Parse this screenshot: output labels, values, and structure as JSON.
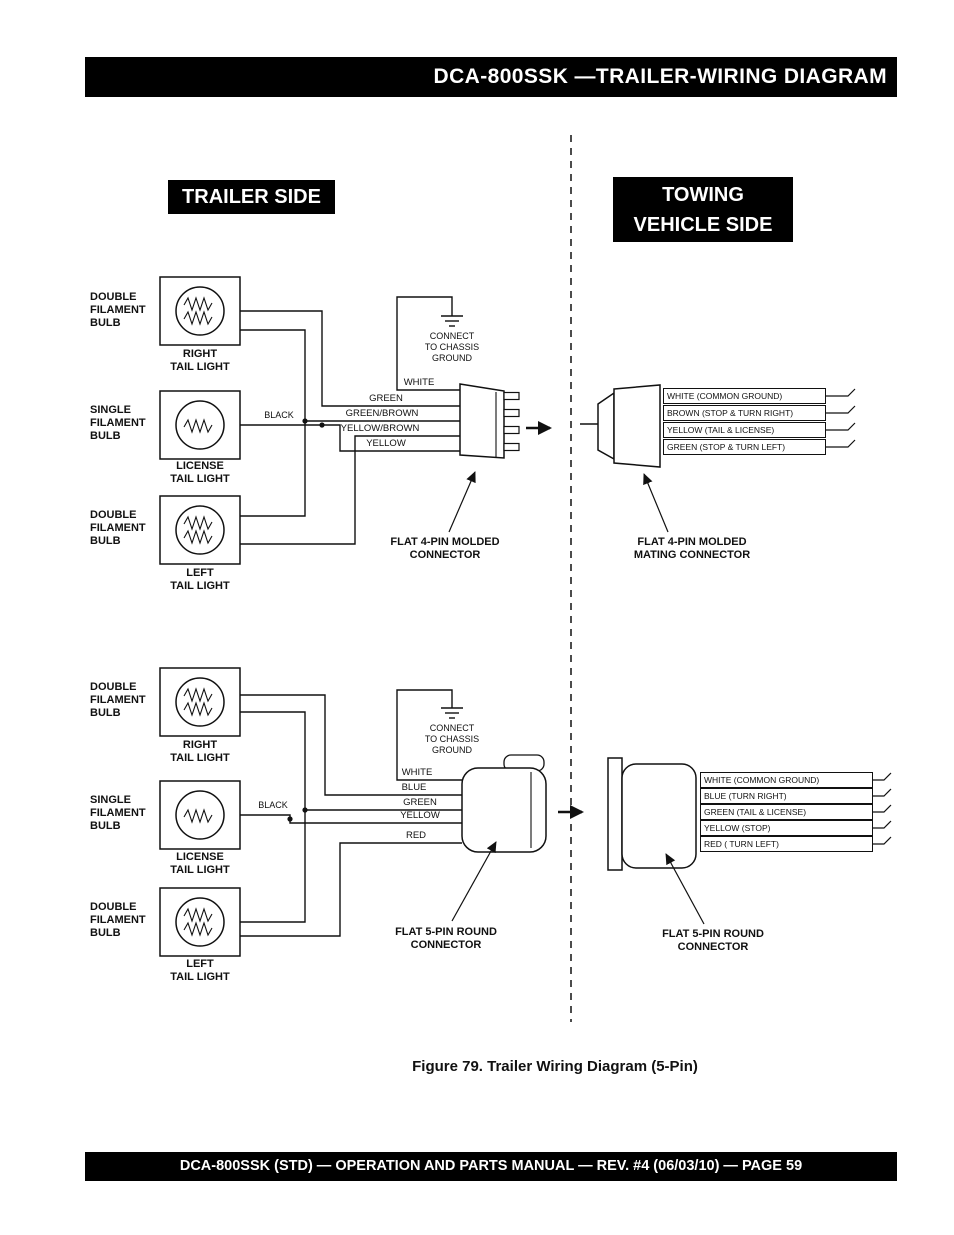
{
  "header": {
    "title": "DCA-800SSK —TRAILER-WIRING DIAGRAM"
  },
  "sections": {
    "trailer": "TRAILER SIDE",
    "vehicle": "TOWING\nVEHICLE SIDE"
  },
  "pin4": {
    "bulb1_type": "DOUBLE\nFILAMENT\nBULB",
    "bulb1_light": "RIGHT\nTAIL LIGHT",
    "bulb2_type": "SINGLE\nFILAMENT\nBULB",
    "bulb2_light": "LICENSE\nTAIL LIGHT",
    "bulb3_type": "DOUBLE\nFILAMENT\nBULB",
    "bulb3_light": "LEFT\nTAIL LIGHT",
    "black_wire": "BLACK",
    "ground": "CONNECT\nTO CHASSIS\nGROUND",
    "wires": [
      "WHITE",
      "GREEN",
      "GREEN/BROWN",
      "YELLOW/BROWN",
      "YELLOW"
    ],
    "connector": "FLAT 4-PIN MOLDED\nCONNECTOR",
    "mating_connector": "FLAT 4-PIN MOLDED\nMATING CONNECTOR",
    "vehicle_wires": [
      "WHITE (COMMON GROUND)",
      "BROWN (STOP & TURN RIGHT)",
      "YELLOW (TAIL & LICENSE)",
      "GREEN (STOP & TURN LEFT)"
    ]
  },
  "pin5": {
    "bulb1_type": "DOUBLE\nFILAMENT\nBULB",
    "bulb1_light": "RIGHT\nTAIL LIGHT",
    "bulb2_type": "SINGLE\nFILAMENT\nBULB",
    "bulb2_light": "LICENSE\nTAIL LIGHT",
    "bulb3_type": "DOUBLE\nFILAMENT\nBULB",
    "bulb3_light": "LEFT\nTAIL LIGHT",
    "black_wire": "BLACK",
    "ground": "CONNECT\nTO CHASSIS\nGROUND",
    "wires": [
      "WHITE",
      "BLUE",
      "GREEN",
      "YELLOW",
      "RED"
    ],
    "connector": "FLAT 5-PIN ROUND\nCONNECTOR",
    "mating_connector": "FLAT 5-PIN ROUND\nCONNECTOR",
    "vehicle_wires": [
      "WHITE (COMMON GROUND)",
      "BLUE (TURN RIGHT)",
      "GREEN (TAIL & LICENSE)",
      "YELLOW (STOP)",
      "RED ( TURN LEFT)"
    ]
  },
  "caption": "Figure 79.  Trailer Wiring Diagram (5-Pin)",
  "footer": {
    "text": "DCA-800SSK (STD) — OPERATION AND PARTS MANUAL — REV. #4  (06/03/10) — PAGE 59"
  },
  "colors": {
    "ink": "#111111",
    "paper": "#ffffff"
  }
}
